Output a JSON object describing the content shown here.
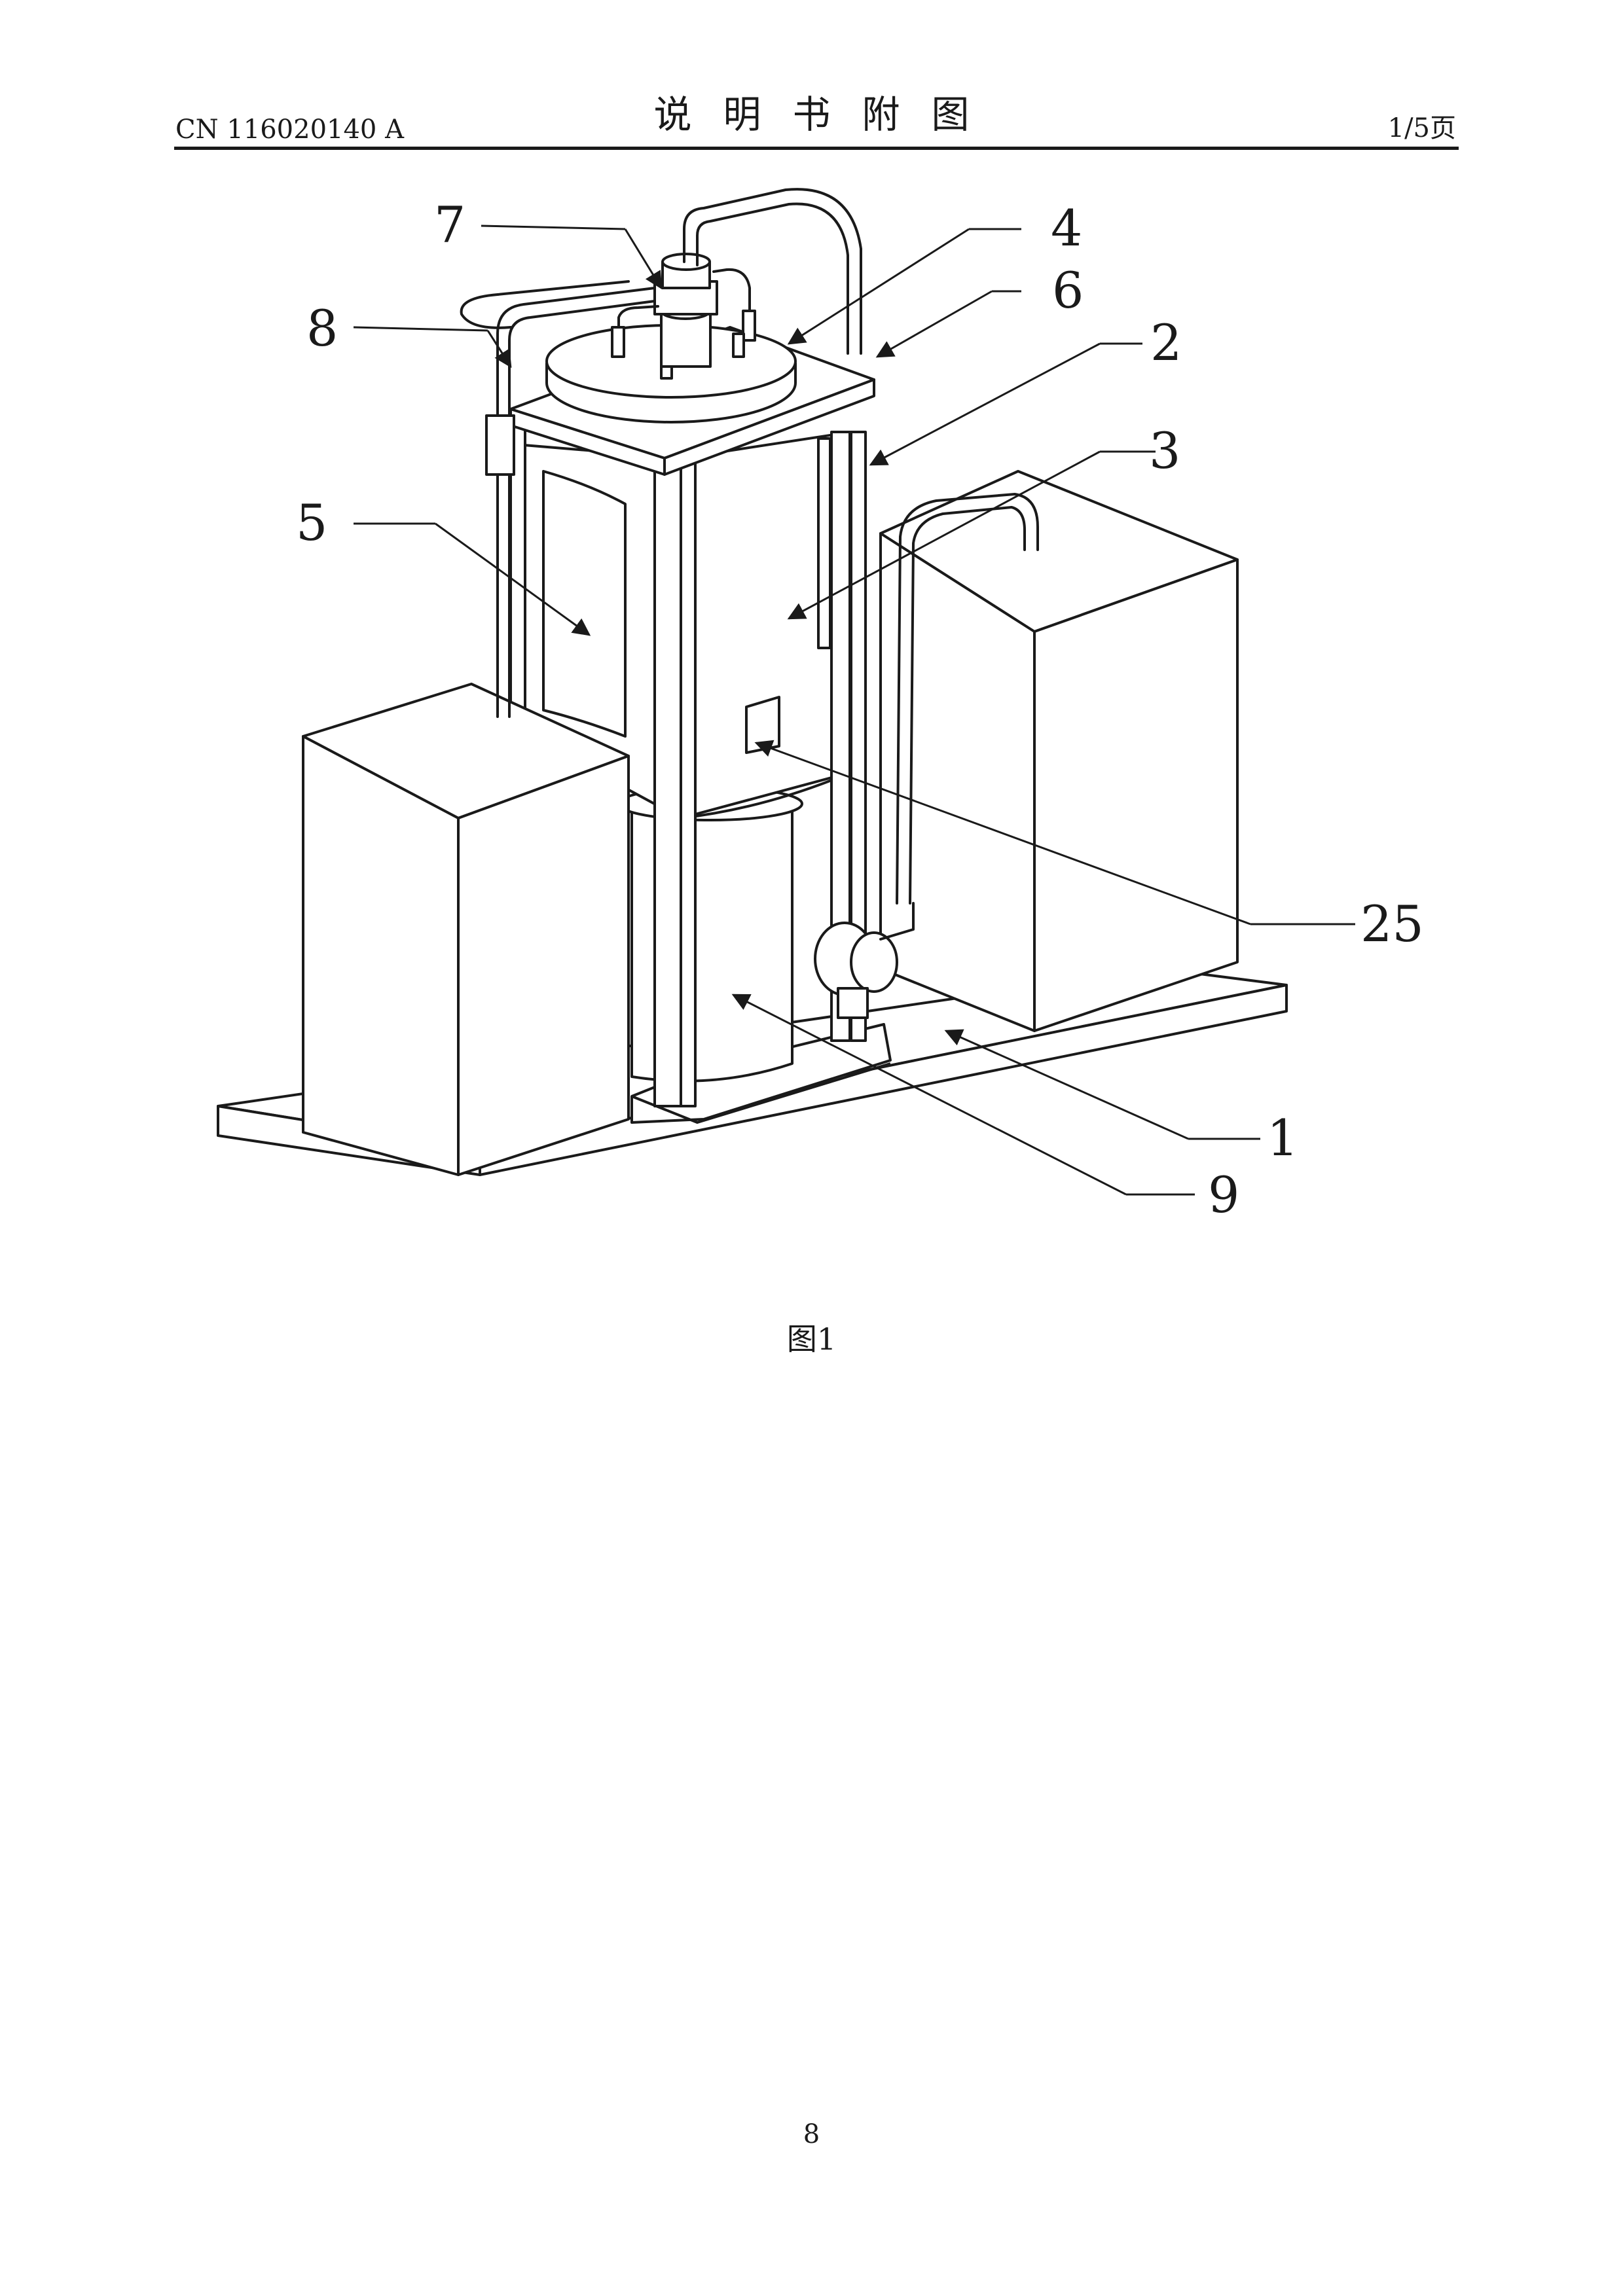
{
  "header": {
    "publication_number": "CN 116020140 A",
    "title": "说明书附图",
    "page_count": "1/5页"
  },
  "figure": {
    "caption": "图1",
    "labels": {
      "l1": "1",
      "l2": "2",
      "l3": "3",
      "l4": "4",
      "l5": "5",
      "l6": "6",
      "l7": "7",
      "l8": "8",
      "l9": "9",
      "l25": "25"
    }
  },
  "footer": {
    "page_number": "8"
  }
}
